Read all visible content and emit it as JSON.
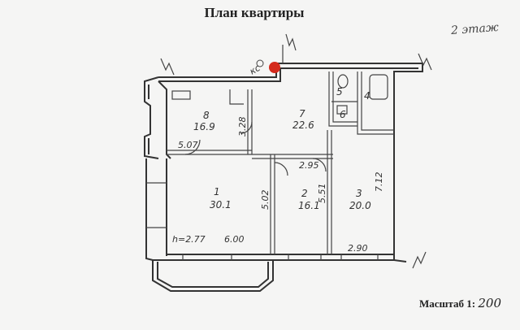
{
  "title": "План квартиры",
  "floor_note": "2 этаж",
  "scale": {
    "label": "Масштаб 1:",
    "value": "200"
  },
  "rooms": [
    {
      "id": "room-1",
      "number": "1",
      "area": "30.1"
    },
    {
      "id": "room-2",
      "number": "2",
      "area": "16.1"
    },
    {
      "id": "room-3",
      "number": "3",
      "area": "20.0"
    },
    {
      "id": "room-4",
      "number": "4",
      "area": ""
    },
    {
      "id": "room-5",
      "number": "5",
      "area": ""
    },
    {
      "id": "room-6",
      "number": "6",
      "area": ""
    },
    {
      "id": "room-7",
      "number": "7",
      "area": "22.6"
    },
    {
      "id": "room-8",
      "number": "8",
      "area": "16.9"
    }
  ],
  "dimensions": {
    "d1": "5.07",
    "d2": "3.28",
    "d3": "5.02",
    "d4": "2.95",
    "d5": "5.51",
    "d6": "7.12",
    "d7": "2.90",
    "d8": "6.00",
    "ceiling": "h=2.77"
  },
  "marks": {
    "entrance": "кс"
  },
  "colors": {
    "ink": "#333333",
    "paper": "#f5f5f4",
    "stamp": "#d42a1c"
  }
}
